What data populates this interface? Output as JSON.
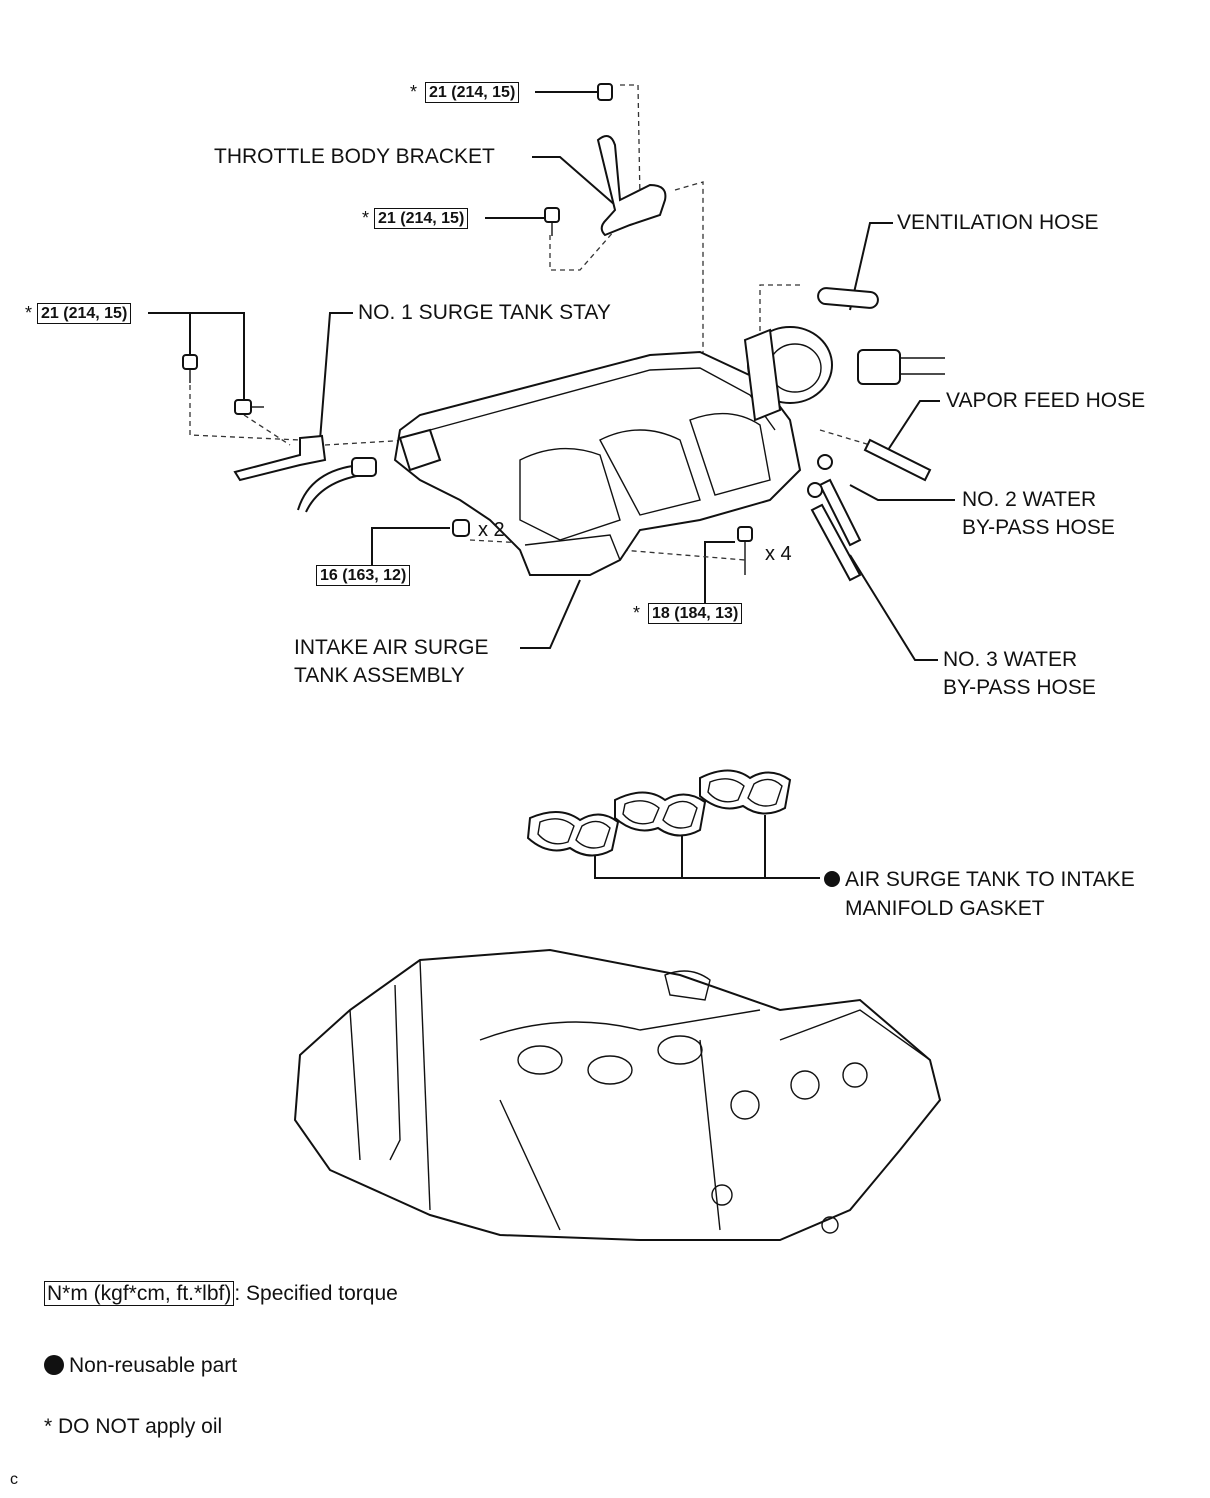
{
  "labels": {
    "throttle_body_bracket": "THROTTLE BODY BRACKET",
    "ventilation_hose": "VENTILATION HOSE",
    "no1_surge_tank_stay": "NO. 1 SURGE TANK STAY",
    "vapor_feed_hose": "VAPOR FEED HOSE",
    "no2_water_bypass_hose_line1": "NO. 2 WATER",
    "no2_water_bypass_hose_line2": "BY-PASS HOSE",
    "no3_water_bypass_hose_line1": "NO. 3 WATER",
    "no3_water_bypass_hose_line2": "BY-PASS HOSE",
    "intake_air_surge_tank_line1": "INTAKE AIR SURGE",
    "intake_air_surge_tank_line2": "TANK ASSEMBLY",
    "gasket_line1": "AIR SURGE TANK TO INTAKE",
    "gasket_line2": "MANIFOLD GASKET"
  },
  "torques": {
    "top_bolt": "21 (214, 15)",
    "bracket_bolt": "21 (214, 15)",
    "stay_bolts": "21 (214, 15)",
    "nut": "16 (163, 12)",
    "surge_tank_bolts": "18 (184, 13)"
  },
  "marks": {
    "star": "*",
    "x2": "x 2",
    "x4": "x 4"
  },
  "legend": {
    "torque_unit": "N*m (kgf*cm, ft.*lbf)",
    "torque_desc": ": Specified torque",
    "nonreusable": "Non-reusable part",
    "no_oil": "* DO NOT apply oil"
  },
  "corner_mark": "c"
}
